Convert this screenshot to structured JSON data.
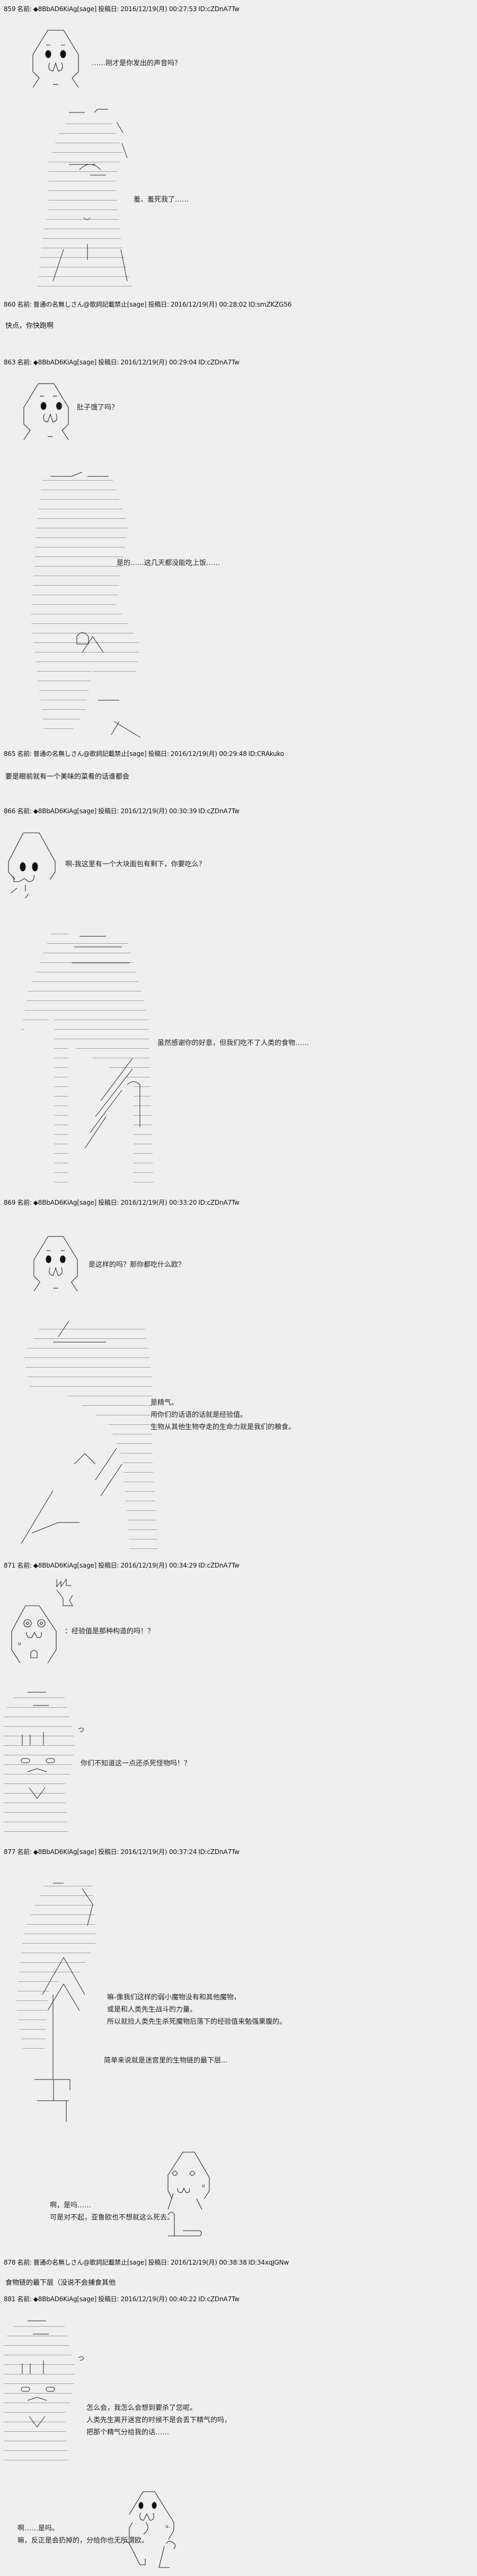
{
  "posts": [
    {
      "num": "859",
      "name_label": "名前:",
      "name": "◆8BbAD6KiAg[sage]",
      "date_label": "投稿日:",
      "date": "2016/12/19(月) 00:27:53",
      "id": "ID:cZDnA7Tw",
      "lines": [
        [
          "……刚才是你发出的声音吗？"
        ],
        [
          "羞、羞死我了……"
        ]
      ]
    },
    {
      "num": "860",
      "name_label": "名前:",
      "name": "普通の名無しさん@歌詞記載禁止[sage]",
      "date_label": "投稿日:",
      "date": "2016/12/19(月) 00:28:02",
      "id": "ID:smZKZG56",
      "body": "快点，你快跑啊"
    },
    {
      "num": "863",
      "name_label": "名前:",
      "name": "◆8BbAD6KiAg[sage]",
      "date_label": "投稿日:",
      "date": "2016/12/19(月) 00:29:04",
      "id": "ID:cZDnA7Tw",
      "lines": [
        [
          "肚子饿了吗？"
        ],
        [
          "是的……这几天都没能吃上饭……"
        ]
      ]
    },
    {
      "num": "865",
      "name_label": "名前:",
      "name": "普通の名無しさん@歌詞記載禁止[sage]",
      "date_label": "投稿日:",
      "date": "2016/12/19(月) 00:29:48",
      "id": "ID:CRAkuko",
      "body": "要是眼前就有一个美味的菜肴的话谁都会"
    },
    {
      "num": "866",
      "name_label": "名前:",
      "name": "◆8BbAD6KiAg[sage]",
      "date_label": "投稿日:",
      "date": "2016/12/19(月) 00:30:39",
      "id": "ID:cZDnA7Tw",
      "lines": [
        [
          "啊-我这里有一个大块面包有剩下，你要吃么？"
        ],
        [
          "虽然感谢你的好意，但我们吃不了人类的食物……"
        ]
      ]
    },
    {
      "num": "869",
      "name_label": "名前:",
      "name": "◆8BbAD6KiAg[sage]",
      "date_label": "投稿日:",
      "date": "2016/12/19(月) 00:33:20",
      "id": "ID:cZDnA7Tw",
      "lines": [
        [
          "是这样的吗？那你都吃什么欧？"
        ],
        [
          "是精气。",
          "用你们的话语的话就是经验值。",
          "生物从其他生物夺走的生命力就是我们的粮食。"
        ]
      ]
    },
    {
      "num": "871",
      "name_label": "名前:",
      "name": "◆8BbAD6KiAg[sage]",
      "date_label": "投稿日:",
      "date": "2016/12/19(月) 00:34:29",
      "id": "ID:cZDnA7Tw",
      "lines": [
        [
          "经验值是那种构造的吗！？"
        ],
        [
          "你们不知道这一点还杀死怪物吗！？"
        ]
      ]
    },
    {
      "num": "877",
      "name_label": "名前:",
      "name": "◆8BbAD6KiAg[sage]",
      "date_label": "投稿日:",
      "date": "2016/12/19(月) 00:37:24",
      "id": "ID:cZDnA7Tw",
      "lines": [
        [
          "嘛-像我们这样的弱小魔物没有和其他魔物，",
          "或是和人类先生战斗的力量。",
          "所以就捡人类先生杀死魔物后落下的经验值来勉强果腹的。"
        ],
        [
          "简单来说就是迷宫里的生物链的最下层..."
        ],
        [
          "啊，是吗……",
          "可是对不起，亚鲁欧也不想就这么死去。"
        ]
      ]
    },
    {
      "num": "878",
      "name_label": "名前:",
      "name": "普通の名無しさん@歌詞記載禁止[sage]",
      "date_label": "投稿日:",
      "date": "2016/12/19(月) 00:38:38",
      "id": "ID:34xqJGNw",
      "body": "食物链的最下层（没说不会捕食其他"
    },
    {
      "num": "881",
      "name_label": "名前:",
      "name": "◆8BbAD6KiAg[sage]",
      "date_label": "投稿日:",
      "date": "2016/12/19(月) 00:40:22",
      "id": "ID:cZDnA7Tw",
      "lines": [
        [
          "怎么会，我怎么会想到要杀了您呢。",
          "人类先生离开迷宫的时候不是会丢下精气的吗，",
          "把那个精气分给我的话……"
        ],
        [
          "啊……是吗。",
          "嘛，反正是会扔掉的，分给你也无所谓欧。"
        ]
      ]
    }
  ],
  "colon_mark": "："
}
